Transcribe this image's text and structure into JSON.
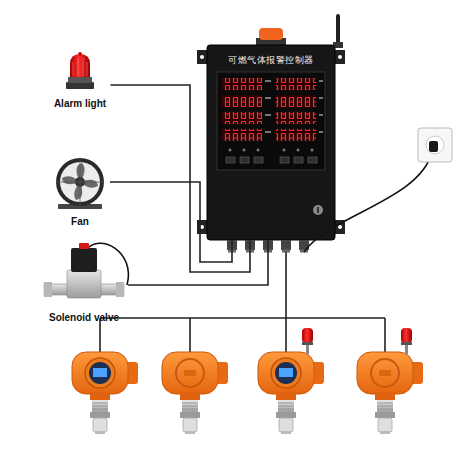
{
  "diagram": {
    "nodes": [
      {
        "text": [
          "可燃气体报警控制器"
        ]
      },
      {
        "text": [
          "Alarm light"
        ]
      },
      {
        "text": [
          "Fan"
        ]
      },
      {
        "text": [
          "Solenoid valve"
        ]
      }
    ],
    "edges": [
      {
        "from": 1,
        "to": 0,
        "arrow": "none"
      },
      {
        "from": 2,
        "to": 0,
        "arrow": "none"
      },
      {
        "from": 3,
        "to": 0,
        "arrow": "none"
      }
    ]
  }
}
